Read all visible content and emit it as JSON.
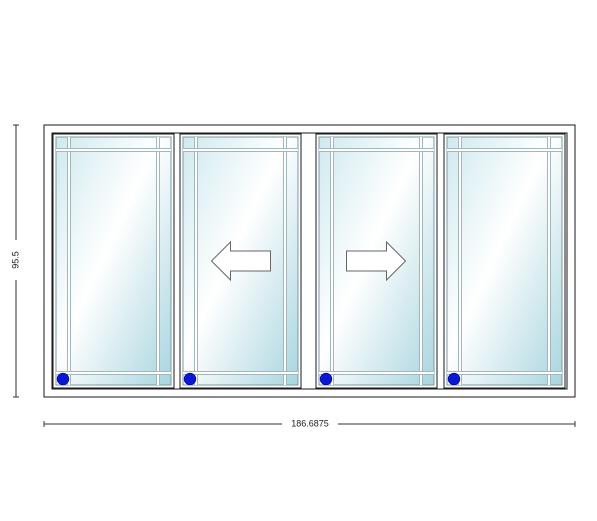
{
  "dimensions": {
    "width_label": "186.6875",
    "height_label": "95.5"
  },
  "panels": [
    {
      "id": "panel-1",
      "arrow": null,
      "handle": true
    },
    {
      "id": "panel-2",
      "arrow": "left",
      "handle": true
    },
    {
      "id": "panel-3",
      "arrow": "right",
      "handle": true
    },
    {
      "id": "panel-4",
      "arrow": null,
      "handle": true
    }
  ],
  "colors": {
    "frame_stroke": "#1a1a1a",
    "glass_light": "#ffffff",
    "glass_tint": "#b5dde6",
    "grille": "#ffffff",
    "grille_edge": "#9fb7bd",
    "handle": "#0a18d6",
    "arrow_fill": "#ffffff",
    "arrow_stroke": "#666666",
    "dimension_line": "#333333"
  }
}
